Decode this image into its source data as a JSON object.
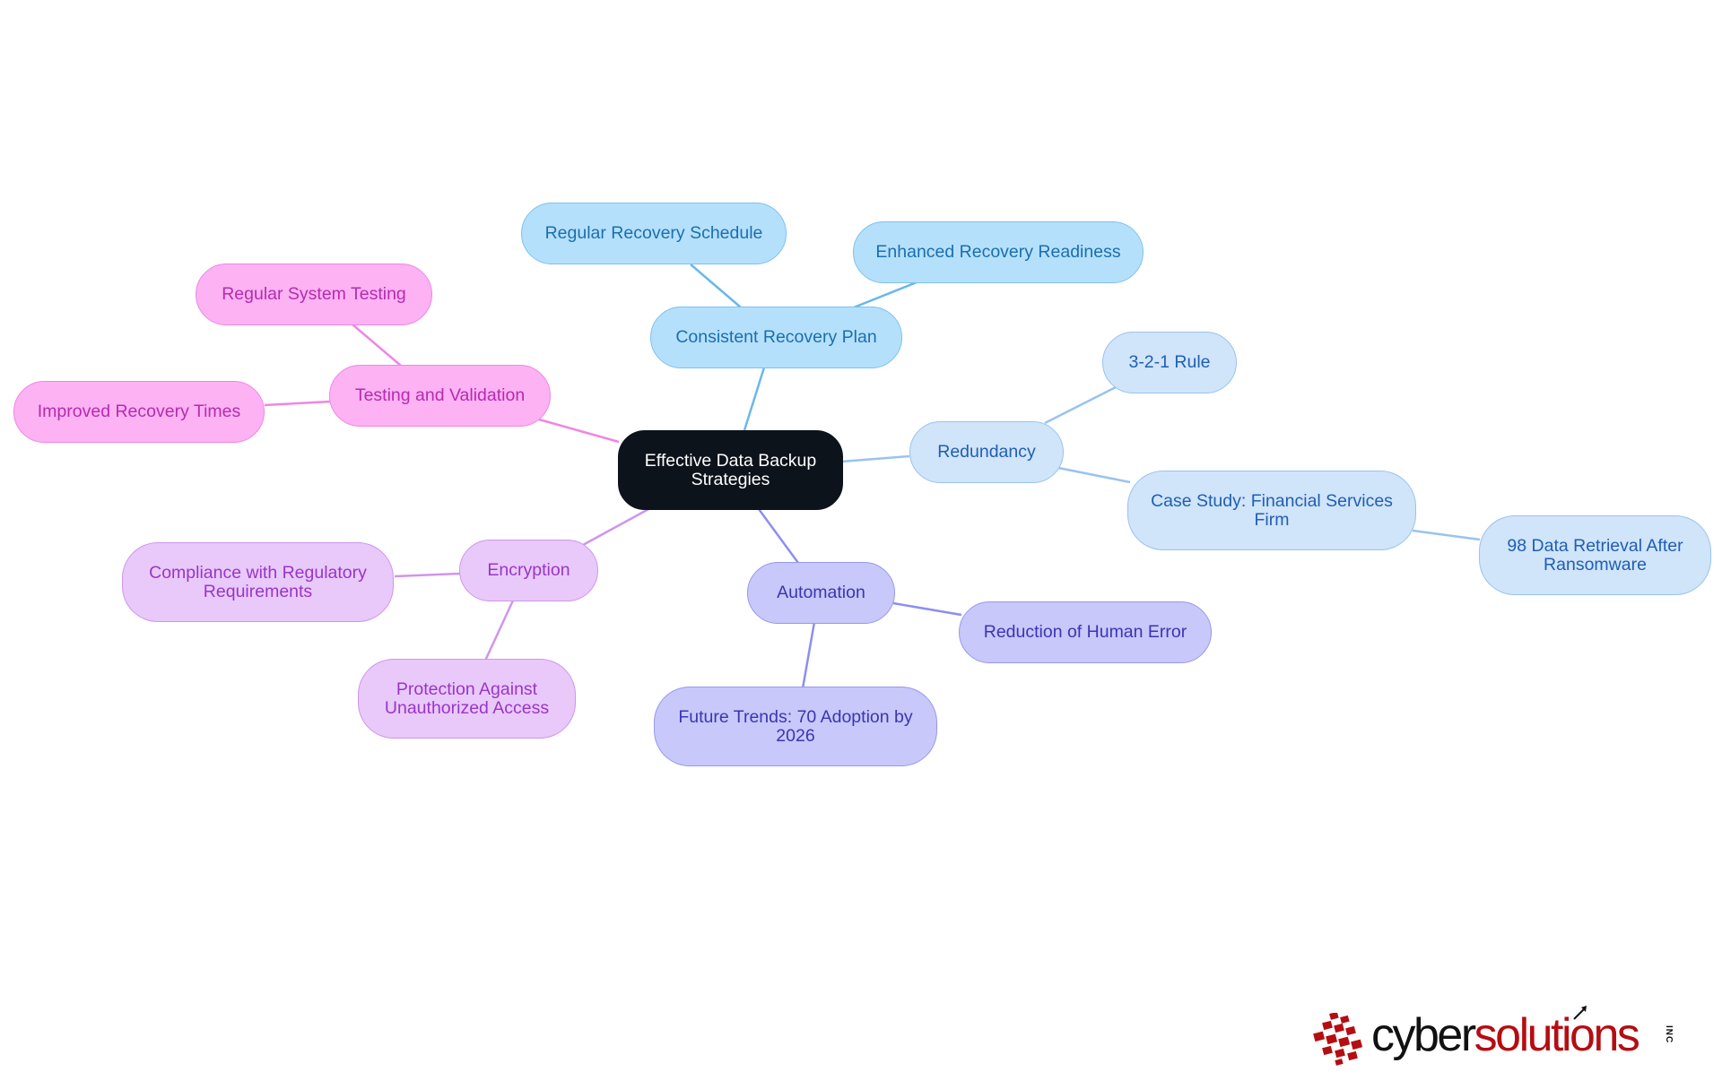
{
  "diagram": {
    "root": "Effective Data Backup Strategies",
    "branches": {
      "plan": {
        "label": "Consistent Recovery Plan",
        "children": [
          "Regular Recovery Schedule",
          "Enhanced Recovery Readiness"
        ]
      },
      "redundancy": {
        "label": "Redundancy",
        "children": [
          "3-2-1 Rule",
          "Case Study: Financial Services Firm"
        ],
        "grandchild": "98 Data Retrieval After Ransomware"
      },
      "automation": {
        "label": "Automation",
        "children": [
          "Reduction of Human Error",
          "Future Trends: 70 Adoption by 2026"
        ]
      },
      "encryption": {
        "label": "Encryption",
        "children": [
          "Compliance with Regulatory Requirements",
          "Protection Against Unauthorized Access"
        ]
      },
      "testing": {
        "label": "Testing and Validation",
        "children": [
          "Regular System Testing",
          "Improved Recovery Times"
        ]
      }
    }
  },
  "colors": {
    "root": "#0d131b",
    "plan": "#7cc1ee",
    "redundancy": "#99c3ef",
    "automation": "#8e8ef0",
    "encryption": "#cf95ee",
    "testing": "#ef86e5"
  },
  "logo": {
    "word_part1": "cyber",
    "word_part2": "solutions",
    "suffix": "INC",
    "icon": "red-pixel-mark-icon"
  }
}
